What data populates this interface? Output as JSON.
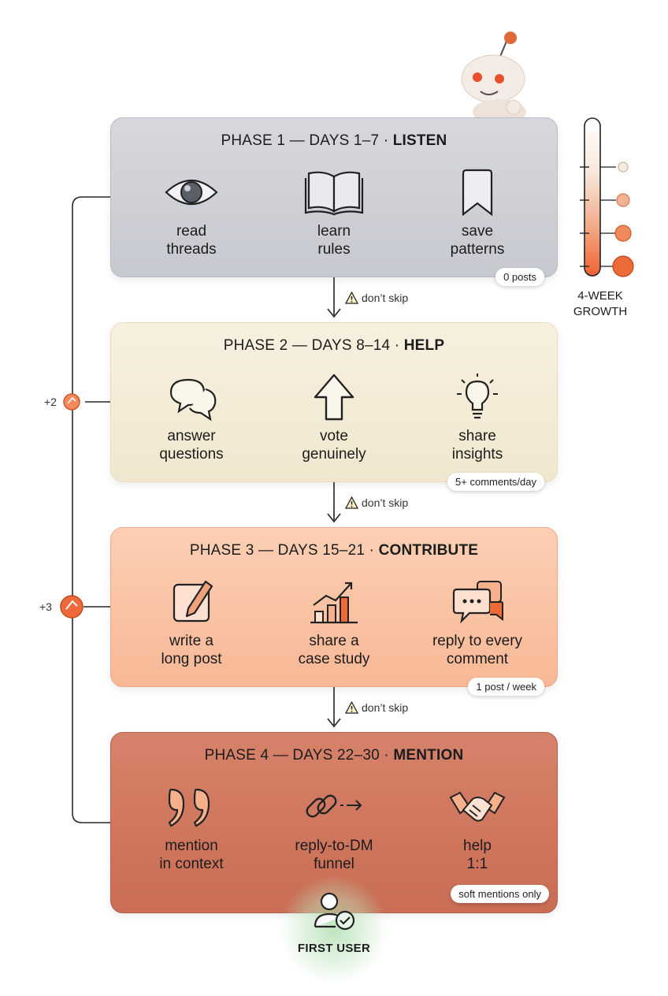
{
  "phases": [
    {
      "title_prefix": "PHASE 1 — DAYS 1–7 · ",
      "title_name": "LISTEN",
      "items": [
        {
          "label": "read\nthreads",
          "icon": "eye-icon"
        },
        {
          "label": "learn\nrules",
          "icon": "open-book-icon"
        },
        {
          "label": "save\npatterns",
          "icon": "bookmark-icon"
        }
      ],
      "badge": "0 posts"
    },
    {
      "title_prefix": "PHASE 2 — DAYS 8–14 · ",
      "title_name": "HELP",
      "items": [
        {
          "label": "answer\nquestions",
          "icon": "chat-bubbles-icon"
        },
        {
          "label": "vote\ngenuinely",
          "icon": "upvote-arrow-icon"
        },
        {
          "label": "share\ninsights",
          "icon": "lightbulb-icon"
        }
      ],
      "badge": "5+ comments/day"
    },
    {
      "title_prefix": "PHASE 3 — DAYS 15–21 · ",
      "title_name": "CONTRIBUTE",
      "items": [
        {
          "label": "write a\nlong post",
          "icon": "edit-pencil-icon"
        },
        {
          "label": "share a\ncase study",
          "icon": "growth-chart-icon"
        },
        {
          "label": "reply to every\ncomment",
          "icon": "chat-dots-icon"
        }
      ],
      "badge": "1 post / week"
    },
    {
      "title_prefix": "PHASE 4 — DAYS 22–30 · ",
      "title_name": "MENTION",
      "items": [
        {
          "label": "mention\nin context",
          "icon": "quote-icon"
        },
        {
          "label": "reply-to-DM\nfunnel",
          "icon": "link-arrow-icon"
        },
        {
          "label": "help\n1:1",
          "icon": "handshake-icon"
        }
      ],
      "badge": "soft mentions only"
    }
  ],
  "connectors": [
    "don’t skip",
    "don’t skip",
    "don’t skip"
  ],
  "side_labels": [
    "+2",
    "+3"
  ],
  "meter": {
    "label": "4-WEEK\nGROWTH"
  },
  "first_user": {
    "label": "FIRST USER"
  },
  "colors": {
    "accent": "#ef6a3a",
    "phase1": "#cdd0d6",
    "phase2": "#f4ecd8",
    "phase3": "#f9c4a6",
    "phase4": "#cf785f",
    "first_user_glow": "#b7e0b5"
  }
}
